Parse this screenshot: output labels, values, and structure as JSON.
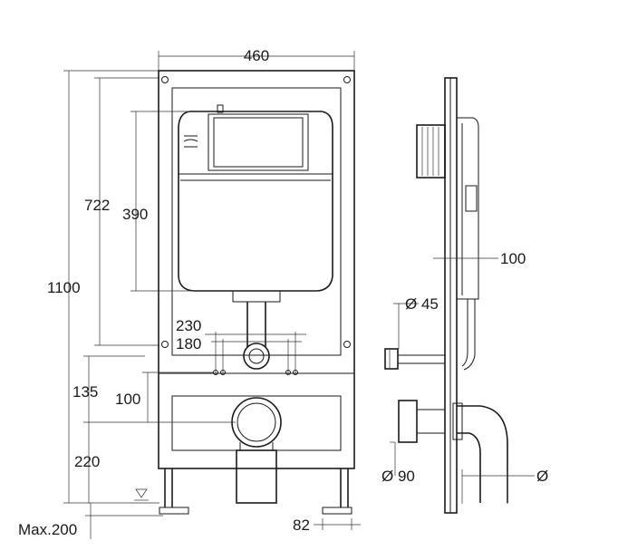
{
  "dimensions": {
    "frame_width": "460",
    "total_height": "1100",
    "cistern_top": "722",
    "cistern_height": "390",
    "fix_outer": "230",
    "fix_inner": "180",
    "fix_height_135": "135",
    "fix_height_100": "100",
    "outlet_height": "220",
    "foot_adjust": "Max.200",
    "foot_width": "82",
    "depth": "100",
    "inlet_dia": "Ø 45",
    "outlet_dia": "Ø 90",
    "side_dia": "Ø"
  }
}
